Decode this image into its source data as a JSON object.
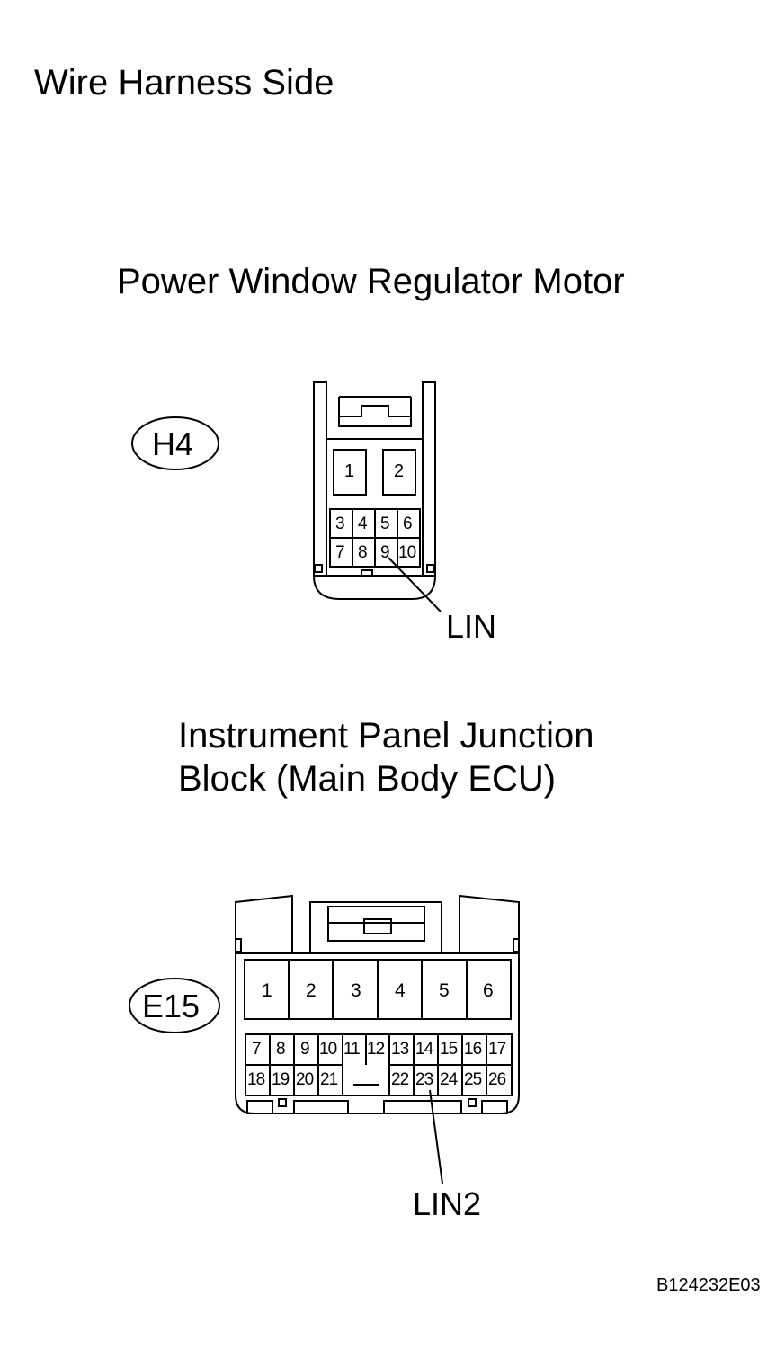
{
  "page_title": "Wire Harness Side",
  "connector_h4": {
    "component": "Power Window Regulator Motor",
    "code": "H4",
    "top_pins": [
      "1",
      "2"
    ],
    "row1": [
      "3",
      "4",
      "5",
      "6"
    ],
    "row2": [
      "7",
      "8",
      "9",
      "10"
    ],
    "callout": "LIN"
  },
  "connector_e15": {
    "component_line1": "Instrument Panel Junction",
    "component_line2": "Block (Main Body ECU)",
    "code": "E15",
    "top_pins": [
      "1",
      "2",
      "3",
      "4",
      "5",
      "6"
    ],
    "row1": [
      "7",
      "8",
      "9",
      "10",
      "11",
      "12",
      "13",
      "14",
      "15",
      "16",
      "17"
    ],
    "row2_left": [
      "18",
      "19",
      "20",
      "21"
    ],
    "row2_right": [
      "22",
      "23",
      "24",
      "25",
      "26"
    ],
    "callout": "LIN2"
  },
  "figure_id": "B124232E03"
}
